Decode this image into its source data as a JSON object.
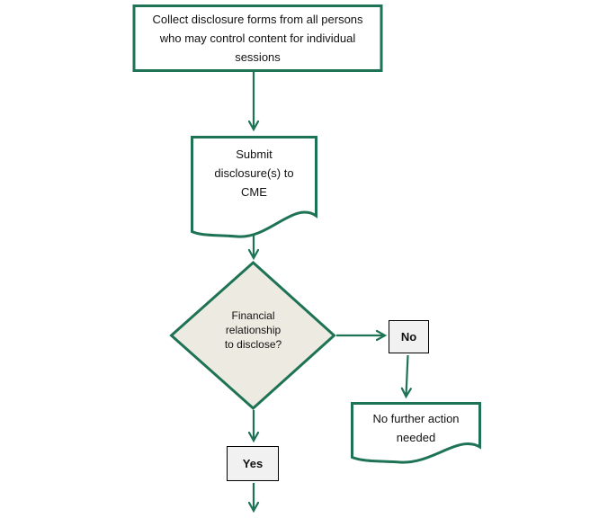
{
  "colors": {
    "green": "#1F7355",
    "diamond-fill": "#EDEBE1",
    "box-fill": "#F1F1F1",
    "box-border": "#000000",
    "text": "#111111",
    "bg": "#FFFFFF"
  },
  "diagram": {
    "type": "flowchart",
    "nodes": {
      "collect": {
        "shape": "process-rectangle",
        "label": "Collect disclosure forms from all persons\nwho may control content for individual\nsessions"
      },
      "submit": {
        "shape": "document",
        "label": "Submit\ndisclosure(s) to\nCME"
      },
      "decision": {
        "shape": "decision-diamond",
        "label": "Financial\nrelationship\nto disclose?"
      },
      "no_label": {
        "shape": "small-label-box",
        "label": "No"
      },
      "no_action": {
        "shape": "document",
        "label": "No further action\nneeded"
      },
      "yes_label": {
        "shape": "small-label-box",
        "label": "Yes"
      }
    },
    "edges": [
      {
        "from": "collect",
        "to": "submit"
      },
      {
        "from": "submit",
        "to": "decision"
      },
      {
        "from": "decision",
        "to": "no_label"
      },
      {
        "from": "no_label",
        "to": "no_action"
      },
      {
        "from": "decision",
        "to": "yes_label"
      },
      {
        "from": "yes_label",
        "to": "off-page-bottom"
      }
    ]
  }
}
